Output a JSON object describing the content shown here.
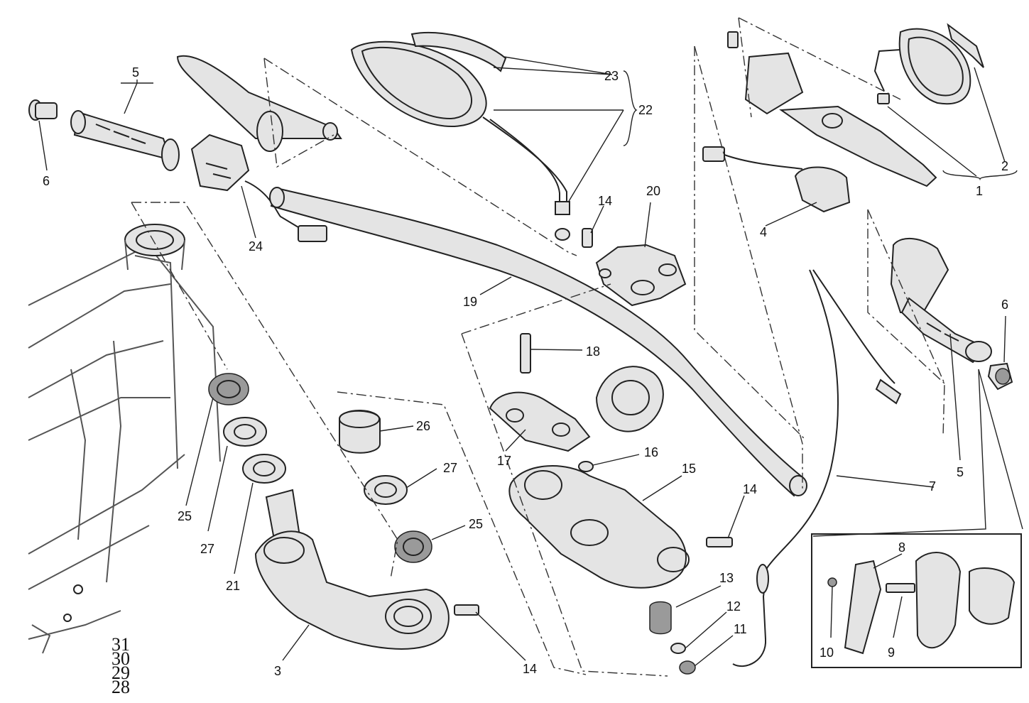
{
  "callouts": {
    "c1": "1",
    "c2": "2",
    "c3": "3",
    "c4": "4",
    "c5a": "5",
    "c5b": "5",
    "c6a": "6",
    "c6b": "6",
    "c7": "7",
    "c8": "8",
    "c9": "9",
    "c10": "10",
    "c11": "11",
    "c12": "12",
    "c13": "13",
    "c14a": "14",
    "c14b": "14",
    "c14c": "14",
    "c15": "15",
    "c16": "16",
    "c17": "17",
    "c18": "18",
    "c19": "19",
    "c20": "20",
    "c21": "21",
    "c22": "22",
    "c23": "23",
    "c24": "24",
    "c25a": "25",
    "c25b": "25",
    "c26": "26",
    "c27a": "27",
    "c27b": "27"
  },
  "page_serials": [
    "31",
    "30",
    "29",
    "28"
  ],
  "colors": {
    "line": "#222222",
    "fill": "#e4e4e4",
    "background": "#ffffff"
  }
}
